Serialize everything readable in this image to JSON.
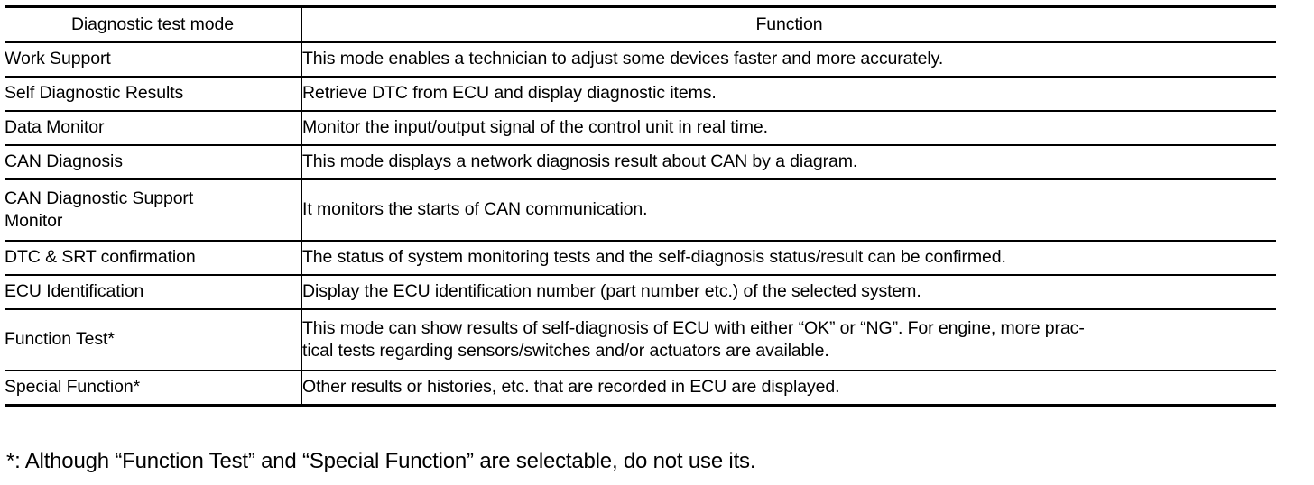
{
  "table": {
    "headers": {
      "mode": "Diagnostic test mode",
      "function": "Function"
    },
    "rows": [
      {
        "mode": "Work Support",
        "function": "This mode enables a technician to adjust some devices faster and more accurately."
      },
      {
        "mode": "Self Diagnostic Results",
        "function": "Retrieve DTC from ECU and display diagnostic items."
      },
      {
        "mode": "Data Monitor",
        "function": "Monitor the input/output signal of the control unit in real time."
      },
      {
        "mode": "CAN Diagnosis",
        "function": "This mode displays a network diagnosis result about CAN by a diagram."
      },
      {
        "mode_line1": "CAN Diagnostic Support",
        "mode_line2": "Monitor",
        "function": "It monitors the starts of CAN communication."
      },
      {
        "mode": "DTC & SRT confirmation",
        "function": "The status of system monitoring tests and the self-diagnosis status/result can be confirmed."
      },
      {
        "mode": "ECU Identification",
        "function": "Display the ECU identification number (part number etc.) of the selected system."
      },
      {
        "mode": "Function Test*",
        "function_line1": "This mode can show results of self-diagnosis of ECU with either “OK” or “NG”. For engine, more prac-",
        "function_line2": "tical tests regarding sensors/switches and/or actuators are available."
      },
      {
        "mode": "Special Function*",
        "function": "Other results or histories, etc. that are recorded in ECU are displayed."
      }
    ]
  },
  "footnote": {
    "text": "*: Although “Function Test” and “Special Function” are selectable, do not use its."
  }
}
